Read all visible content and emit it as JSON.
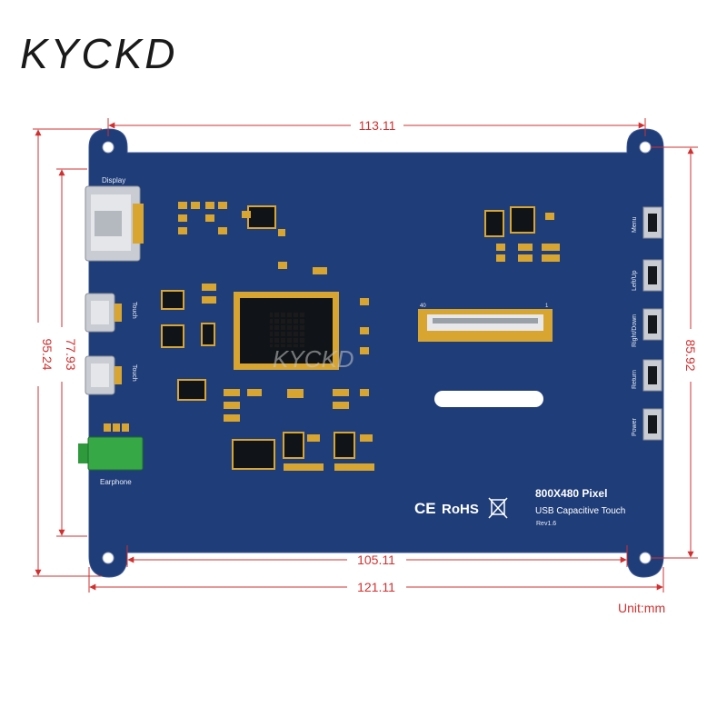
{
  "brand": "KYCKD",
  "watermark": "KYCKD",
  "dimensions": {
    "top_width": "113.11",
    "inner_height": "77.93",
    "outer_height": "95.24",
    "right_height": "85.92",
    "bottom_inner_width": "105.11",
    "bottom_outer_width": "121.11",
    "unit_label": "Unit:mm"
  },
  "ports": {
    "display": "Display",
    "touch_1": "Touch",
    "touch_2": "Touch",
    "earphone": "Earphone"
  },
  "buttons": {
    "menu": "Menu",
    "left_up": "Left/Up",
    "right_down": "Right/Down",
    "return": "Return",
    "power": "Power"
  },
  "connector": {
    "pin_left": "40",
    "pin_right": "1"
  },
  "board_info": {
    "ce": "CE",
    "rohs": "RoHS",
    "resolution": "800X480 Pixel",
    "touch": "USB Capacitive Touch",
    "revision": "Rev1.6"
  },
  "colors": {
    "board": "#1f3d78",
    "dimension_lines": "#d23030",
    "gold": "#d8a531",
    "earphone_jack": "#2e9a3c"
  }
}
